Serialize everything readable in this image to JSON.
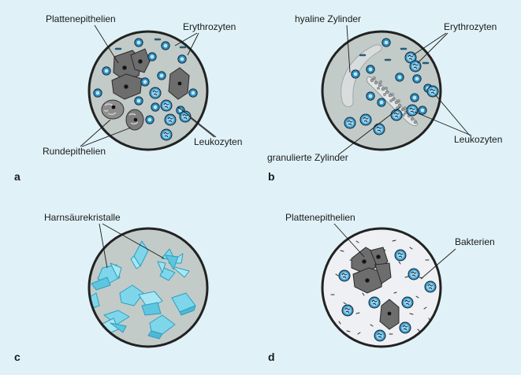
{
  "colors": {
    "background": "#e0f2f7",
    "field_grey": "#c2cbc8",
    "field_light": "#eef0f4",
    "rim": "#222222",
    "squamous_cell": "#6d6d6d",
    "round_cell": "#8d8d8d",
    "blood_cell": "#2a8fc0",
    "leukocyte": "#3a9acb",
    "crystal": "#7fd6ea",
    "crystal_edge": "#2c9fbf"
  },
  "panels": [
    {
      "letter": "a",
      "labels": {
        "squamous": "Plattenepithelien",
        "erythrocytes": "Erythrozyten",
        "round_epithelia": "Rundepithelien",
        "leukocytes": "Leukozyten"
      }
    },
    {
      "letter": "b",
      "labels": {
        "hyaline_cast": "hyaline Zylinder",
        "erythrocytes": "Erythrozyten",
        "leukocytes": "Leukozyten",
        "granular_cast": "granulierte Zylinder"
      }
    },
    {
      "letter": "c",
      "labels": {
        "uric_acid": "Harnsäurekristalle"
      }
    },
    {
      "letter": "d",
      "labels": {
        "squamous": "Plattenepithelien",
        "bacteria": "Bakterien"
      }
    }
  ]
}
